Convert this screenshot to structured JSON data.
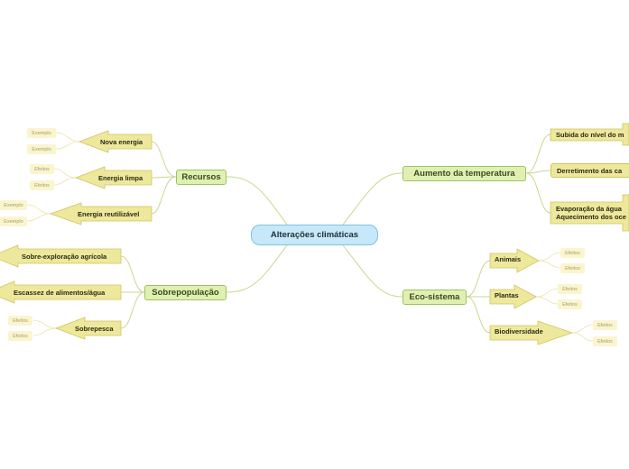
{
  "center": "Alterações climáticas",
  "branches": {
    "aumento": {
      "label": "Aumento da temperatura",
      "subida": "Subida do nível do m",
      "derretimento": "Derretimento das ca",
      "evaporacao_1": "Evaporação da água",
      "evaporacao_2": "Aquecimento dos oce"
    },
    "ecosistema": {
      "label": "Eco-sistema",
      "animais": "Animais",
      "plantas": "Plantas",
      "biodiversidade": "Biodiversidade",
      "leaf": "Efeitos"
    },
    "recursos": {
      "label": "Recursos",
      "nova_energia": "Nova energia",
      "energia_limpa": "Energia limpa",
      "energia_reutilizavel": "Energia reutilizável",
      "exemplo": "Exemplo",
      "efeitos": "Efeitos"
    },
    "sobrepopulacao": {
      "label": "Sobrepopulação",
      "sobre_exploracao": "Sobre-exploração agrícola",
      "escassez": "Escassez de alimentos/água",
      "sobrepesca": "Sobrepesca",
      "efeitos": "Efeitos"
    }
  },
  "colors": {
    "center_fill": "#c7e8f8",
    "main_fill": "#e0f0b2",
    "sub_fill": "#eee89c",
    "leaf_fill": "#faf5cf"
  }
}
